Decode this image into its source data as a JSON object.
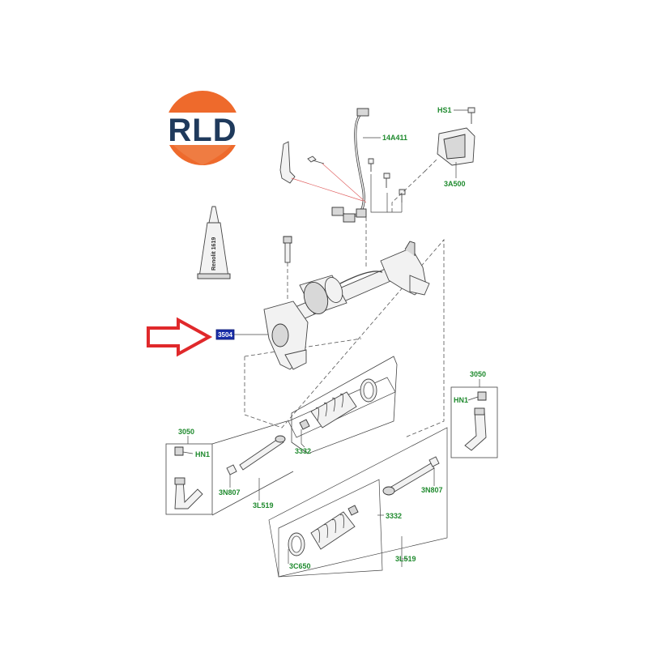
{
  "logo": {
    "text": "RLD",
    "colors": {
      "orange": "#ee6a2c",
      "navy": "#1f3a5c",
      "white": "#ffffff"
    }
  },
  "sealant_tube": {
    "label": "Renolit 1619"
  },
  "highlight_label": {
    "text": "3504"
  },
  "callouts": {
    "hs1": "HS1",
    "c14a411": "14A411",
    "c3a500": "3A500",
    "c3050_right": "3050",
    "hn1_right": "HN1",
    "c3050_left": "3050",
    "hn1_left": "HN1",
    "c3332_upper": "3332",
    "c3n807_left": "3N807",
    "c3l519_upper": "3L519",
    "c3n807_right": "3N807",
    "c3332_lower": "3332",
    "c3c650": "3C650",
    "c3l519_lower": "3L519"
  },
  "colors": {
    "callout_text": "#1f8a2e",
    "highlight_fill": "#1a2fa8",
    "arrow": "#e0292b"
  },
  "icons": {
    "pointer": "red-outline-arrow-right"
  }
}
